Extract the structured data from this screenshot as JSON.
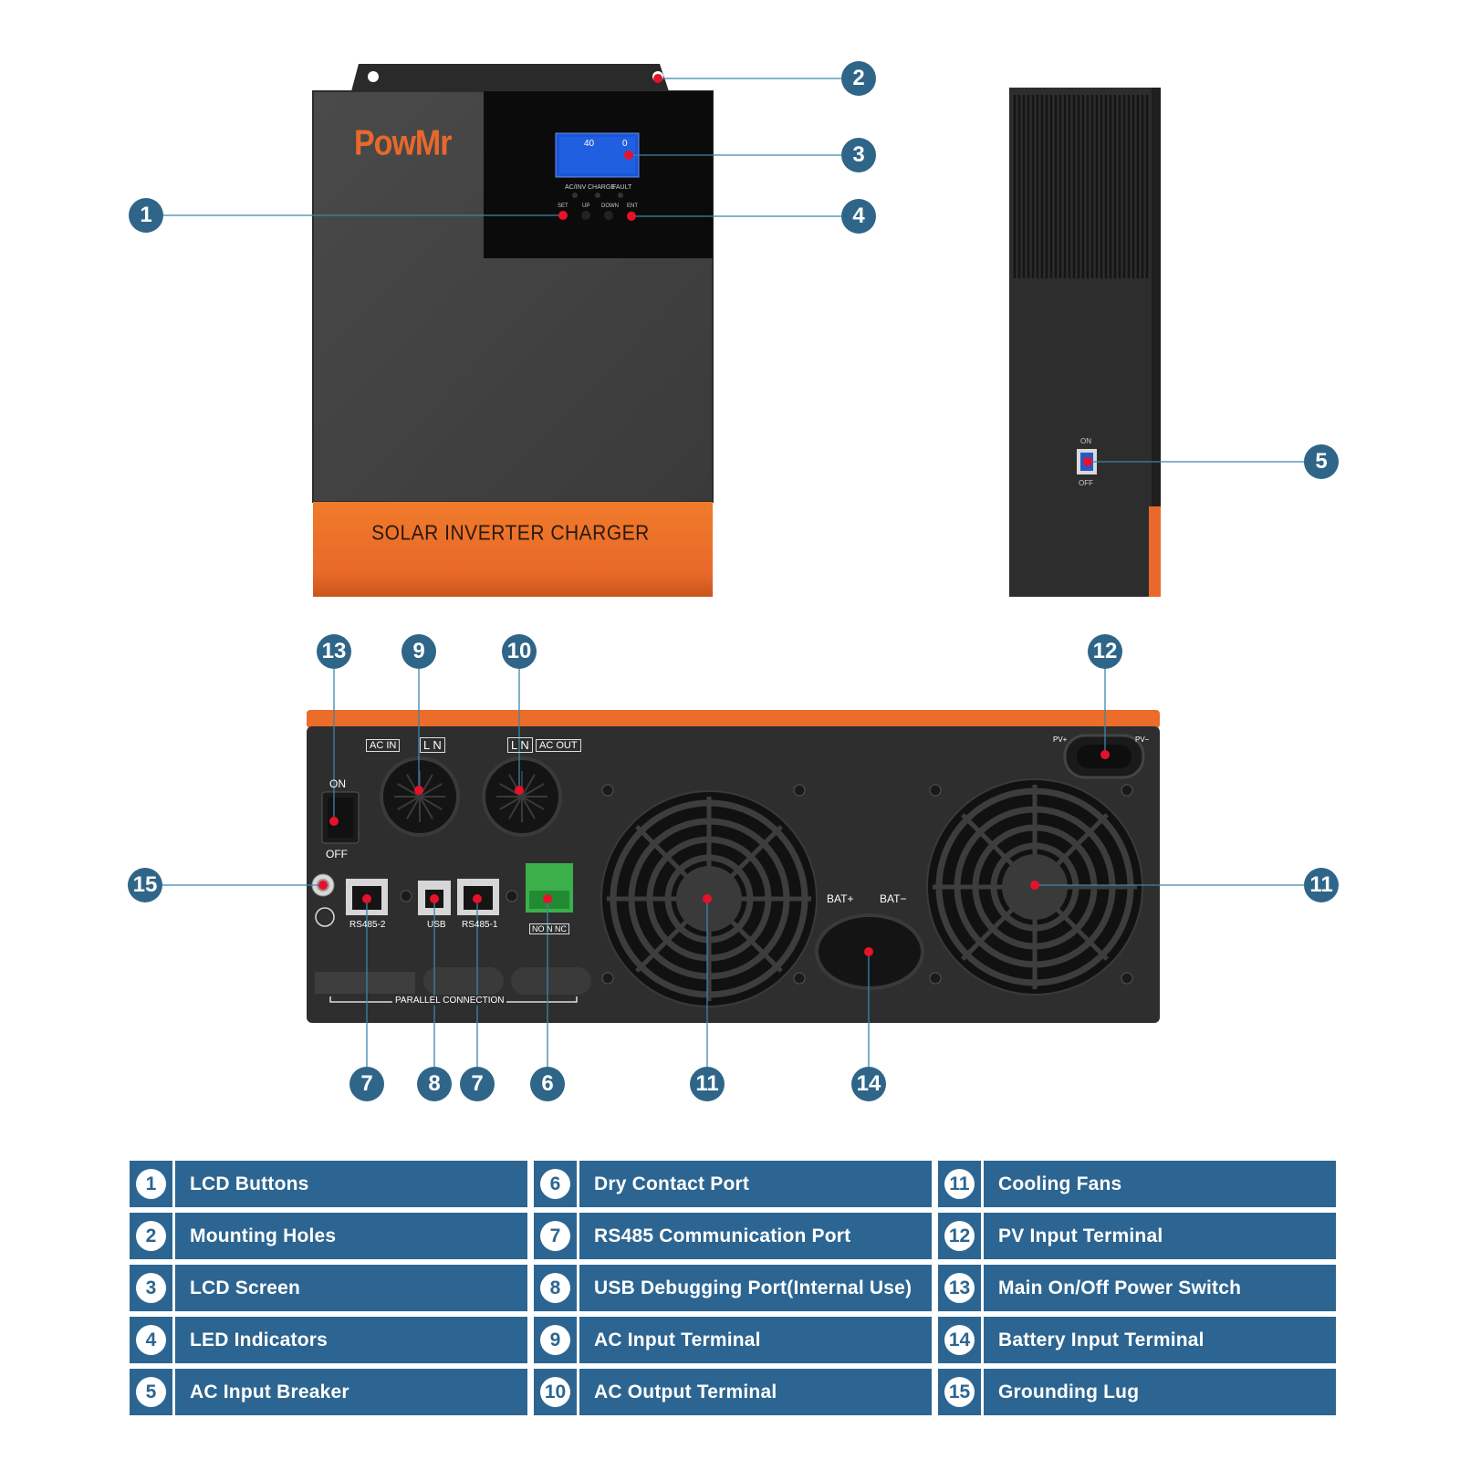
{
  "device": {
    "brand": "PowMr",
    "front_caption": "SOLAR INVERTER CHARGER",
    "led_labels": [
      "AC/INV",
      "CHARGE",
      "FAULT"
    ],
    "button_labels": [
      "SET",
      "UP",
      "DOWN",
      "ENT"
    ],
    "breaker_on": "ON",
    "breaker_off": "OFF",
    "switch_on": "ON",
    "switch_off": "OFF",
    "ac_in_label": "AC IN",
    "ac_out_label": "AC OUT",
    "ln_label": "L N",
    "rs485_2": "RS485-2",
    "usb": "USB",
    "rs485_1": "RS485-1",
    "dry_contact": "NO N NC",
    "parallel": "PARALLEL CONNECTION",
    "bat_plus": "BAT+",
    "bat_minus": "BAT−",
    "pv_plus": "PV+",
    "pv_minus": "PV−",
    "lcd_left": "40",
    "lcd_right": "0"
  },
  "callouts": [
    "1",
    "2",
    "3",
    "4",
    "5",
    "6",
    "7",
    "7",
    "8",
    "9",
    "10",
    "11",
    "11",
    "12",
    "13",
    "14",
    "15"
  ],
  "legend": [
    {
      "num": "1",
      "label": "LCD Buttons"
    },
    {
      "num": "6",
      "label": "Dry Contact Port"
    },
    {
      "num": "11",
      "label": "Cooling Fans"
    },
    {
      "num": "2",
      "label": "Mounting Holes"
    },
    {
      "num": "7",
      "label": "RS485 Communication Port"
    },
    {
      "num": "12",
      "label": "PV Input Terminal"
    },
    {
      "num": "3",
      "label": "LCD Screen"
    },
    {
      "num": "8",
      "label": "USB Debugging Port(Internal Use)"
    },
    {
      "num": "13",
      "label": "Main On/Off Power Switch"
    },
    {
      "num": "4",
      "label": "LED Indicators"
    },
    {
      "num": "9",
      "label": "AC Input Terminal"
    },
    {
      "num": "14",
      "label": "Battery Input Terminal"
    },
    {
      "num": "5",
      "label": "AC Input Breaker"
    },
    {
      "num": "10",
      "label": "AC Output Terminal"
    },
    {
      "num": "15",
      "label": "Grounding Lug"
    }
  ],
  "colors": {
    "accent": "#2c6591",
    "orange": "#e8682c",
    "marker": "#e8112a"
  }
}
